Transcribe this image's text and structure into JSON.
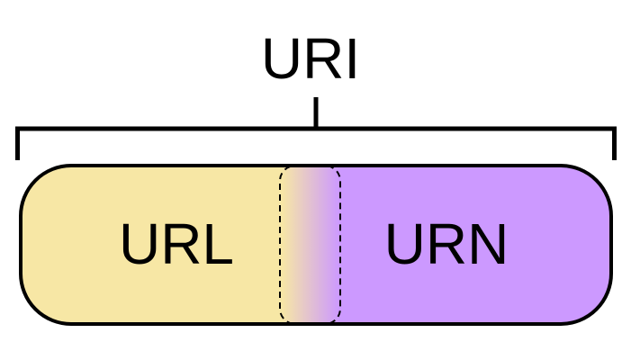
{
  "diagram": {
    "top_label": "URI",
    "left_label": "URL",
    "right_label": "URN"
  },
  "colors": {
    "url_fill": "#f7e7a5",
    "urn_fill": "#cc99ff",
    "stroke": "#000000",
    "background": "#ffffff"
  }
}
